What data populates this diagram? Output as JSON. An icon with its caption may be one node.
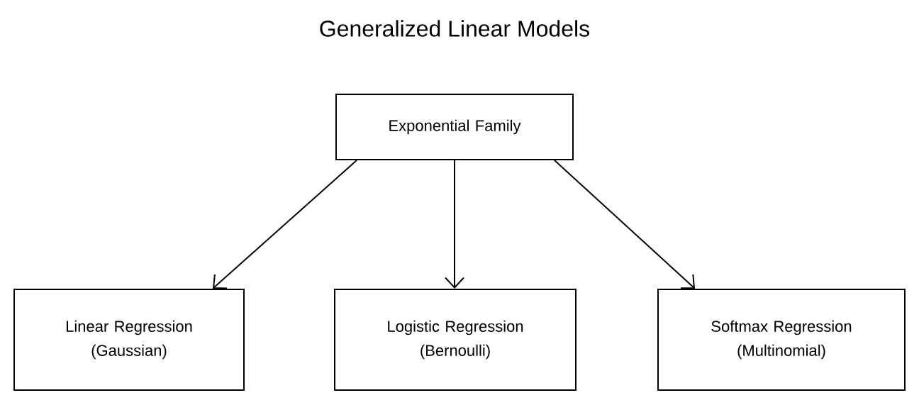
{
  "diagram": {
    "title": "Generalized Linear Models",
    "nodes": [
      {
        "text": [
          "Exponential Family"
        ]
      },
      {
        "text": [
          "Linear Regression (Gaussian)"
        ]
      },
      {
        "text": [
          "Logistic Regression (Bernoulli)"
        ]
      },
      {
        "text": [
          "Softmax Regression (Multinomial)"
        ]
      }
    ],
    "edges": [
      {
        "from": 0,
        "to": 1,
        "arrow": "to"
      },
      {
        "from": 0,
        "to": 2,
        "arrow": "to"
      },
      {
        "from": 0,
        "to": 3,
        "arrow": "to"
      }
    ]
  }
}
